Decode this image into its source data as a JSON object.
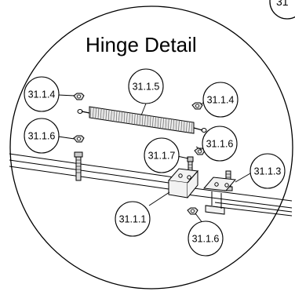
{
  "title": "Hinge Detail",
  "corner_label": "31",
  "callouts": {
    "c1": "31.1.4",
    "c2": "31.1.5",
    "c3": "31.1.4",
    "c4": "31.1.6",
    "c5": "31.1.7",
    "c6": "31.1.6",
    "c7": "31.1.3",
    "c8": "31.1.1",
    "c9": "31.1.6"
  }
}
